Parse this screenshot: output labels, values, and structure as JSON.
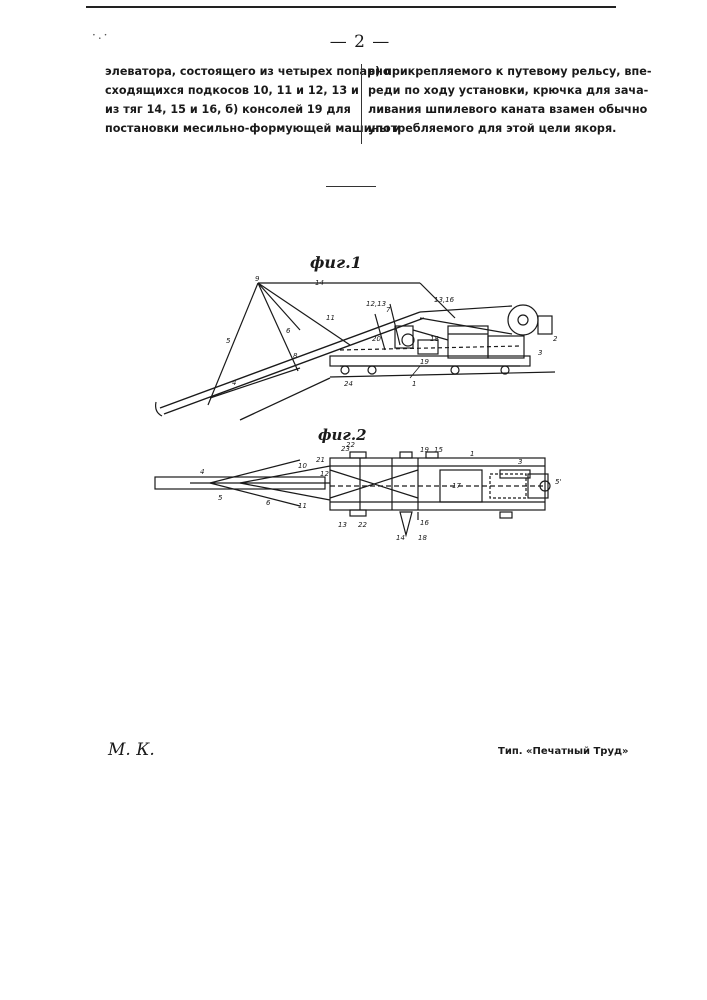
{
  "page": {
    "number": "— 2 —",
    "specks": "·.·"
  },
  "text": {
    "left_column": [
      "элеватора, состоящего из четырех попарно",
      "сходящихся подкосов 10, 11 и 12, 13 и",
      "из тяг 14, 15 и 16, б) консолей 19 для",
      "постановки месильно-формующей машины и"
    ],
    "right_column": [
      "в) прикрепляемого к путевому рельсу, впе-",
      "реди по ходу установки, крючка для зача-",
      "ливания шпилевого каната взамен обычно",
      "употребляемого для этой цели якоря."
    ]
  },
  "figures": {
    "fig1": {
      "title": "фиг.1",
      "labels": [
        "9",
        "14",
        "12,13",
        "7",
        "13,16",
        "2",
        "3",
        "5",
        "6",
        "11",
        "8",
        "20",
        "18",
        "19",
        "4",
        "24",
        "1"
      ]
    },
    "fig2": {
      "title": "фиг.2",
      "labels": [
        "4",
        "5",
        "6",
        "10",
        "11",
        "21",
        "12",
        "23",
        "22",
        "19",
        "15",
        "1",
        "3",
        "5'",
        "17",
        "13",
        "22",
        "16",
        "18",
        "14"
      ]
    }
  },
  "footer": {
    "left": "М. К.",
    "right": "Тип. «Печатный Труд»"
  }
}
